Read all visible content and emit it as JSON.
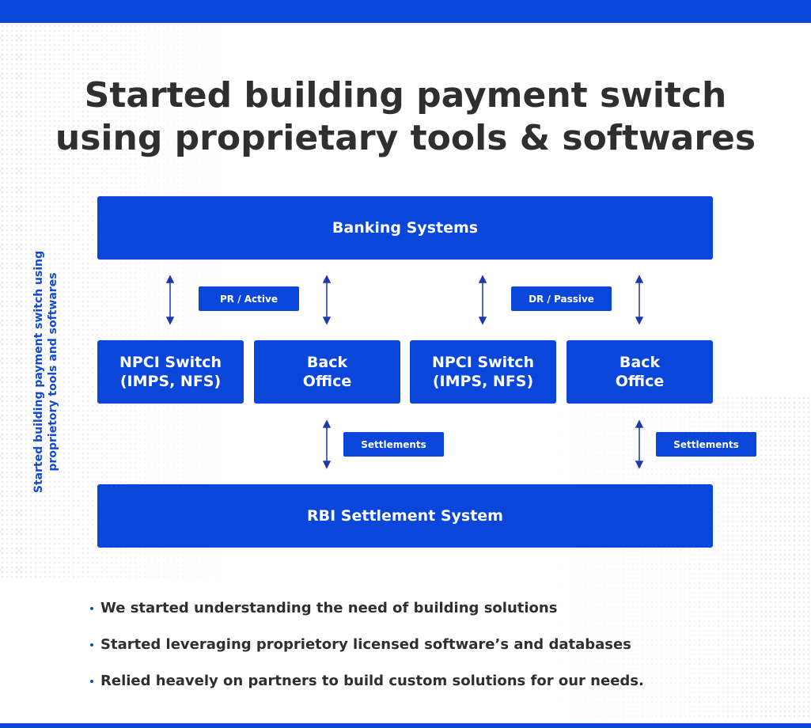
{
  "title": {
    "line1": "Started building payment switch",
    "line2": "using proprietary tools & softwares"
  },
  "side_caption": {
    "line1": "Started building payment switch using",
    "line2": "proprietory tools and softwares"
  },
  "diagram": {
    "top_box": "Banking Systems",
    "bottom_box": "RBI Settlement System",
    "left_group": {
      "switch": {
        "line1": "NPCI Switch",
        "line2": "(IMPS, NFS)"
      },
      "back_office": {
        "line1": "Back",
        "line2": "Office"
      },
      "mode_tag": "PR / Active",
      "settlement_tag": "Settlements"
    },
    "right_group": {
      "switch": {
        "line1": "NPCI Switch",
        "line2": "(IMPS, NFS)"
      },
      "back_office": {
        "line1": "Back",
        "line2": "Office"
      },
      "mode_tag": "DR / Passive",
      "settlement_tag": "Settlements"
    },
    "accent_color": "#0a46d9"
  },
  "bullets": [
    "We started understanding the need of building solutions",
    "Started leveraging proprietory licensed software’s and databases",
    "Relied heavely on partners to build custom solutions for our needs."
  ]
}
